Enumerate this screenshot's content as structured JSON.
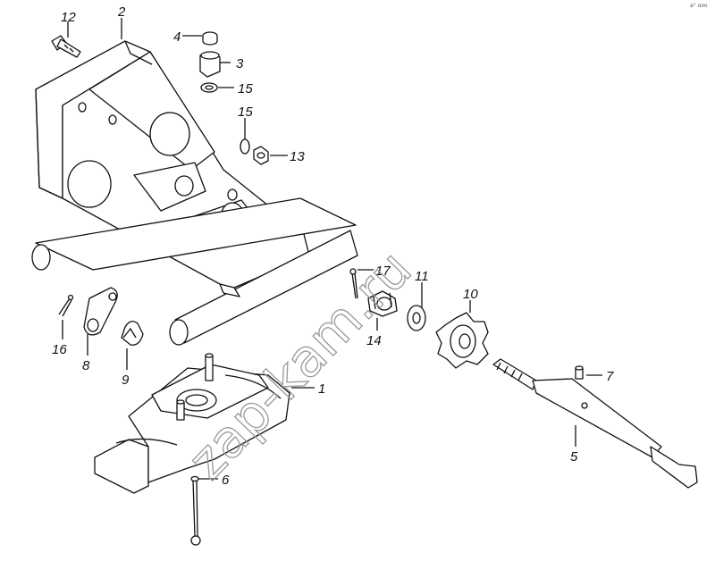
{
  "watermark": "zap-kam.ru",
  "corner_mark": "a° ooo",
  "callouts": {
    "c1": "1",
    "c2": "2",
    "c3": "3",
    "c4": "4",
    "c5": "5",
    "c6": "6",
    "c7": "7",
    "c8": "8",
    "c9": "9",
    "c10": "10",
    "c11": "11",
    "c12": "12",
    "c13": "13",
    "c14": "14",
    "c15a": "15",
    "c15b": "15",
    "c16": "16",
    "c17": "17"
  }
}
